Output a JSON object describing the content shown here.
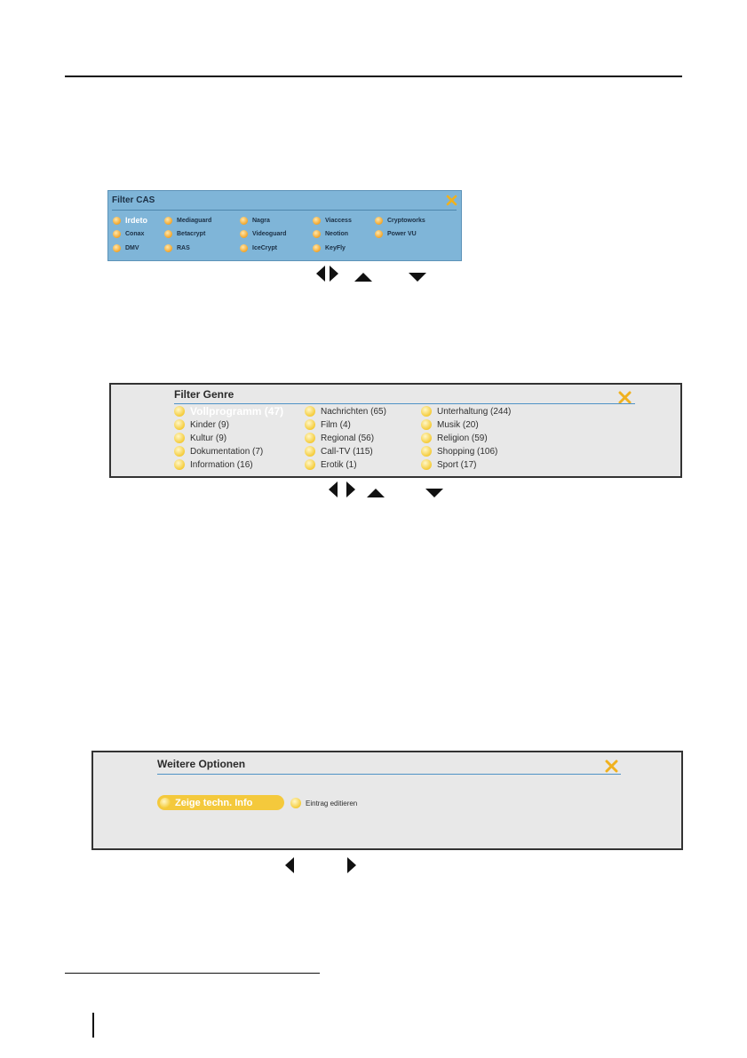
{
  "colors": {
    "cas_panel_bg": "#7fb5d8",
    "genre_panel_bg": "#e8e8e8",
    "bullet_orange": "#f2a52a",
    "bullet_yellow": "#f5cc3a",
    "close_x_color": "#f0b11e"
  },
  "icons": {
    "close": "close-x-icon",
    "bullet": "bullet-dot-icon",
    "arrow_left": "arrow-left-icon",
    "arrow_right": "arrow-right-icon",
    "arrow_up": "arrow-up-icon",
    "arrow_down": "arrow-down-icon"
  },
  "cas_panel": {
    "title": "Filter CAS",
    "selected_index": 0,
    "items": [
      "Irdeto",
      "Mediaguard",
      "Nagra",
      "Viaccess",
      "Cryptoworks",
      "Conax",
      "Betacrypt",
      "Videoguard",
      "Neotion",
      "Power VU",
      "DMV",
      "RAS",
      "IceCrypt",
      "KeyFly"
    ]
  },
  "genre_panel": {
    "title": "Filter Genre",
    "selected_index": 0,
    "items": [
      "Vollprogramm (47)",
      "Nachrichten (65)",
      "Unterhaltung (244)",
      "Kinder (9)",
      "Film (4)",
      "Musik (20)",
      "Kultur (9)",
      "Regional (56)",
      "Religion (59)",
      "Dokumentation (7)",
      "Call-TV (115)",
      "Shopping (106)",
      "Information (16)",
      "Erotik (1)",
      "Sport (17)"
    ]
  },
  "options_panel": {
    "title": "Weitere Optionen",
    "selected_label": "Zeige techn. Info",
    "second_label": "Eintrag editieren"
  }
}
